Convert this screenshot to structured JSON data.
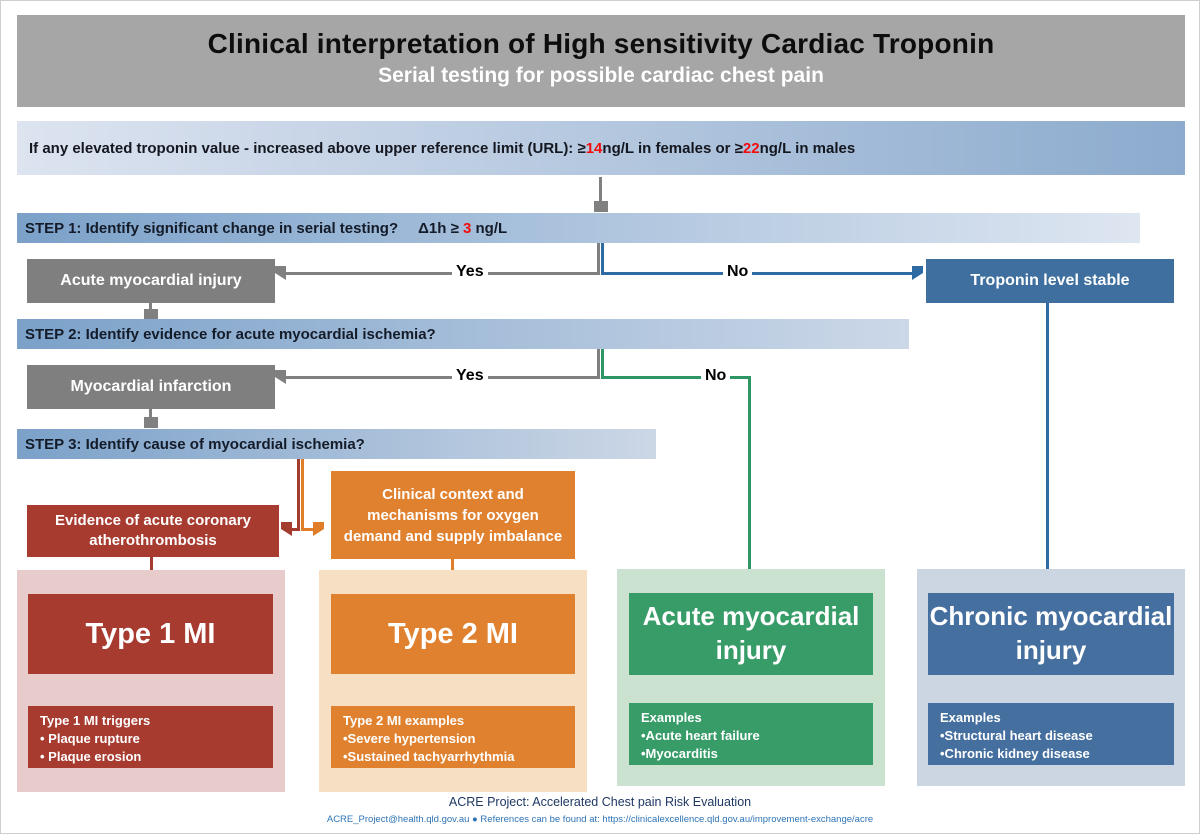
{
  "title_block": {
    "title": "Clinical interpretation of High sensitivity Cardiac Troponin",
    "subtitle": "Serial testing for possible cardiac chest pain"
  },
  "url_banner": {
    "prefix": "If any elevated troponin value - increased above upper reference limit (URL): ≥",
    "female_value": "14",
    "middle": " ng/L in females or ≥",
    "male_value": "22",
    "suffix": " ng/L in males"
  },
  "steps": {
    "step1": {
      "label": "STEP 1: Identify significant change in serial testing?",
      "criteria_prefix": "Δ1h ≥ ",
      "criteria_value": "3",
      "criteria_suffix": " ng/L"
    },
    "step2": {
      "label": "STEP 2: Identify evidence for acute myocardial ischemia?"
    },
    "step3": {
      "label": "STEP 3: Identify cause of myocardial ischemia?"
    }
  },
  "decisions": {
    "step1_yes": "Yes",
    "step1_no": "No",
    "step2_yes": "Yes",
    "step2_no": "No"
  },
  "boxes": {
    "acute_myocardial_injury": "Acute myocardial injury",
    "troponin_level_stable": "Troponin level stable",
    "myocardial_infarction": "Myocardial infarction",
    "atherothrombosis": "Evidence of acute coronary atherothrombosis",
    "oxygen_imbalance": "Clinical context and mechanisms for oxygen demand and supply imbalance"
  },
  "columns": [
    {
      "header": "Type 1 MI",
      "detail_title": "Type 1 MI triggers",
      "items": [
        "• Plaque rupture",
        "• Plaque erosion"
      ]
    },
    {
      "header": "Type 2 MI",
      "detail_title": "Type 2 MI examples",
      "items": [
        "•Severe hypertension",
        "•Sustained tachyarrhythmia"
      ]
    },
    {
      "header": "Acute myocardial injury",
      "detail_title": "Examples",
      "items": [
        "•Acute heart failure",
        "•Myocarditis"
      ]
    },
    {
      "header": "Chronic myocardial injury",
      "detail_title": "Examples",
      "items": [
        "•Structural heart disease",
        "•Chronic kidney disease"
      ]
    }
  ],
  "footer": {
    "line1": "ACRE Project: Accelerated Chest pain Risk Evaluation",
    "line2": "ACRE_Project@health.qld.gov.au ● References can be found at: https://clinicalexcellence.qld.gov.au/improvement-exchange/acre"
  },
  "colors": {
    "title_bg": "#a6a6a6",
    "banner_gradient_start": "#dde4f0",
    "banner_gradient_end": "#8cabce",
    "step_gradient_start": "#7ba1c9",
    "step_gradient_end": "#dee6f1",
    "accent_red_text": "#f20d0d",
    "gray_node": "#7f7f7f",
    "gray_line": "#808080",
    "blue_node": "#3e6f9f",
    "blue_line": "#2e6ba3",
    "green_node": "#379c68",
    "green_line": "#2e9565",
    "dark_red_node": "#a73b30",
    "orange_node": "#e0812f",
    "col1_bg": "#e7cccb",
    "col2_bg": "#f7dfc4",
    "col3_bg": "#cbe2d1",
    "col4_bg": "#ccd6e3",
    "footer_dark": "#1f3864",
    "footer_blue": "#2e74b5"
  }
}
